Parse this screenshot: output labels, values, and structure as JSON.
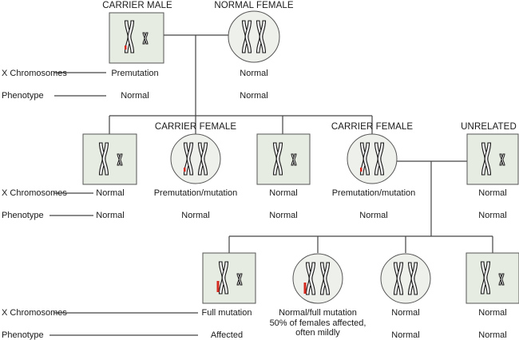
{
  "row_labels": {
    "x_chromosomes": "X Chromosomes",
    "phenotype": "Phenotype"
  },
  "generation1": {
    "carrier_male": {
      "title": "CARRIER MALE",
      "x_chromosomes": "Premutation",
      "phenotype": "Normal"
    },
    "normal_female": {
      "title": "NORMAL FEMALE",
      "x_chromosomes": "Normal",
      "phenotype": "Normal"
    }
  },
  "generation2": [
    {
      "title": "",
      "x_chromosomes": "Normal",
      "phenotype": "Normal"
    },
    {
      "title": "CARRIER FEMALE",
      "x_chromosomes": "Premutation/mutation",
      "phenotype": "Normal"
    },
    {
      "title": "",
      "x_chromosomes": "Normal",
      "phenotype": "Normal"
    },
    {
      "title": "CARRIER FEMALE",
      "x_chromosomes": "Premutation/mutation",
      "phenotype": "Normal"
    },
    {
      "title": "UNRELATED",
      "x_chromosomes": "Normal",
      "phenotype": "Normal"
    }
  ],
  "generation3": [
    {
      "x_chromosomes": "Full mutation",
      "phenotype": "Affected"
    },
    {
      "x_chromosomes": "Normal/full mutation",
      "phenotype": "50% of females affected, often mildly"
    },
    {
      "x_chromosomes": "Normal",
      "phenotype": "Normal"
    },
    {
      "x_chromosomes": "Normal",
      "phenotype": "Normal"
    }
  ],
  "colors": {
    "box_fill": "#e6ece2",
    "circle_fill": "#eef0ec",
    "outline": "#555555",
    "line": "#444444",
    "mutation": "#d42a20"
  }
}
